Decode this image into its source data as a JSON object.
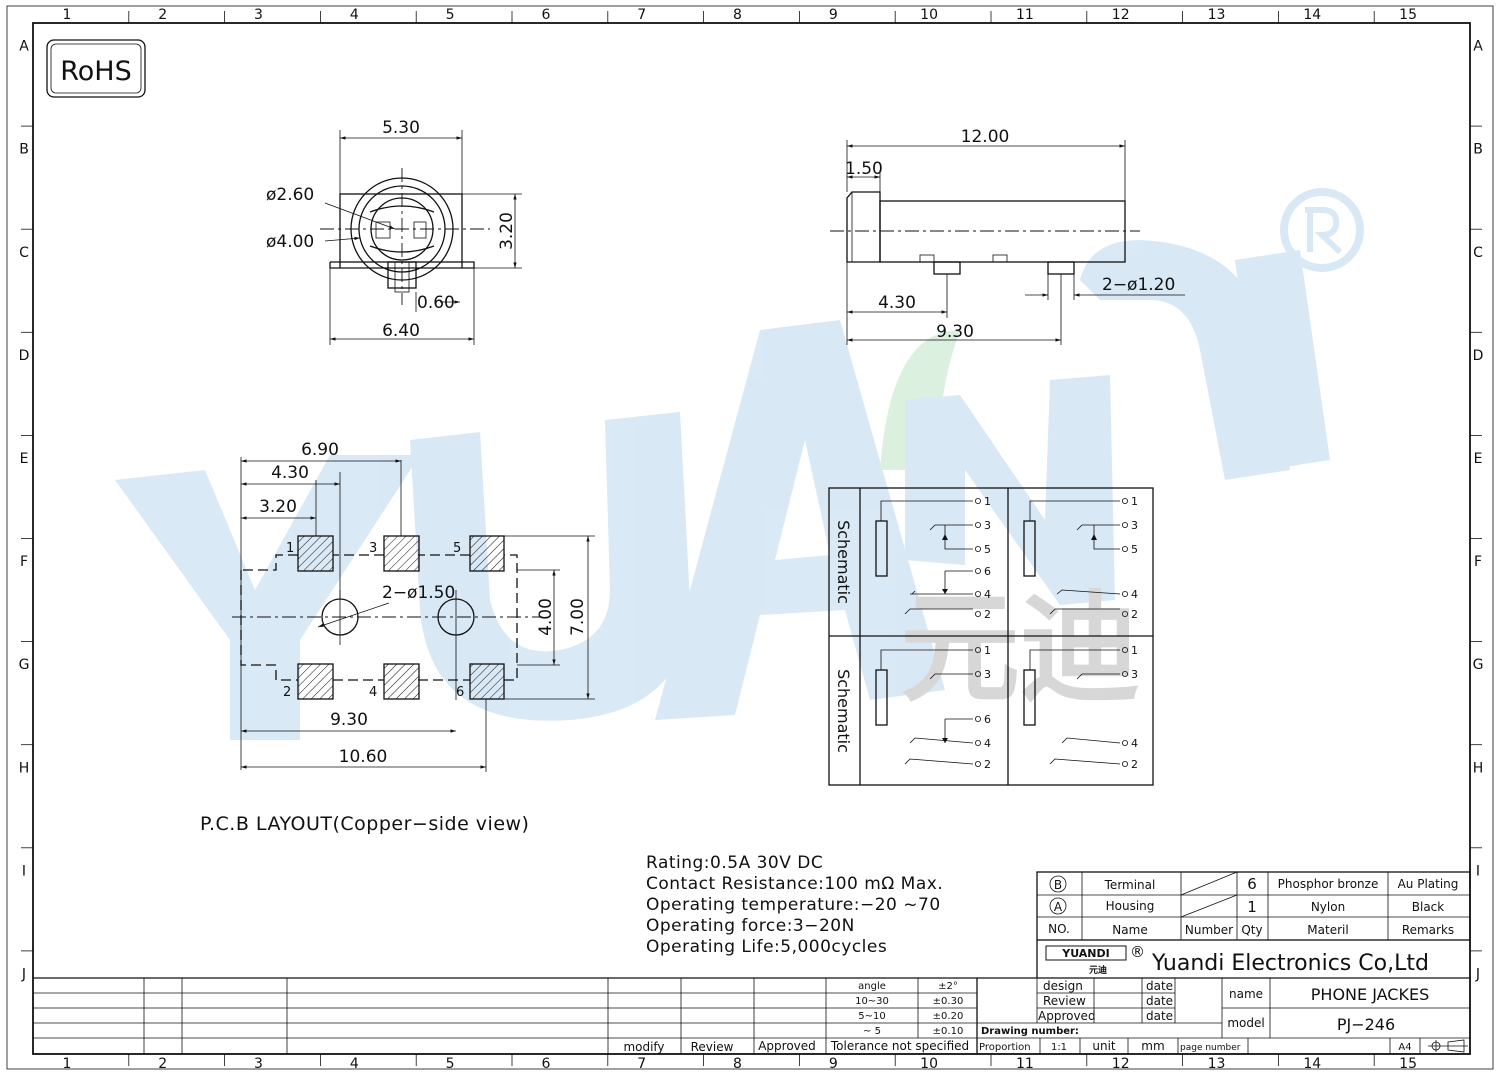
{
  "border": {
    "columns": [
      "1",
      "2",
      "3",
      "4",
      "5",
      "6",
      "7",
      "8",
      "9",
      "10",
      "11",
      "12",
      "13",
      "14",
      "15"
    ],
    "rows": [
      "A",
      "B",
      "C",
      "D",
      "E",
      "F",
      "G",
      "H",
      "I",
      "J"
    ]
  },
  "rohs_label": "RoHS",
  "watermark": {
    "brand": "YUANDI",
    "color": "#1b76c4",
    "accent": "#2aa748"
  },
  "front_view": {
    "width_top": "5.30",
    "dia_inner": "ø2.60",
    "dia_outer": "ø4.00",
    "height": "3.20",
    "pin_offset": "0.60",
    "width_bottom": "6.40"
  },
  "side_view": {
    "length": "12.00",
    "flange": "1.50",
    "peg_dia": "2−ø1.20",
    "peg1": "4.30",
    "peg2": "9.30"
  },
  "pcb_layout": {
    "dims": {
      "d690": "6.90",
      "d430": "4.30",
      "d320": "3.20",
      "holes": "2−ø1.50",
      "d400": "4.00",
      "d700": "7.00",
      "d930": "9.30",
      "d1060": "10.60"
    },
    "pads": [
      "1",
      "3",
      "5",
      "2",
      "4",
      "6"
    ],
    "caption": "P.C.B  LAYOUT(Copper−side  view)"
  },
  "schematic": {
    "label": "Schematic",
    "pins_a": [
      "1",
      "3",
      "5",
      "6",
      "4",
      "2"
    ],
    "pins_b": [
      "1",
      "3",
      "5",
      "4",
      "2"
    ],
    "pins_c": [
      "1",
      "3",
      "6",
      "4",
      "2"
    ],
    "pins_d": [
      "1",
      "3",
      "4",
      "2"
    ]
  },
  "specs": [
    "Rating:0.5A  30V  DC",
    "Contact  Resistance:100  mΩ  Max.",
    "Operating  temperature:−20   ~70",
    "Operating  force:3−20N",
    "Operating  Life:5,000cycles"
  ],
  "bom": {
    "rows": [
      {
        "no": "B",
        "name": "Terminal",
        "qty": "6",
        "material": "Phosphor bronze",
        "remarks": "Au Plating"
      },
      {
        "no": "A",
        "name": "Housing",
        "qty": "1",
        "material": "Nylon",
        "remarks": "Black"
      }
    ],
    "headers": {
      "no": "NO.",
      "name": "Name",
      "number": "Number",
      "qty": "Qty",
      "material": "Materil",
      "remarks": "Remarks"
    }
  },
  "title_block": {
    "logo_text": "YUANDI",
    "logo_sub": "元迪",
    "registered": "®",
    "company": "Yuandi Electronics Co,Ltd",
    "design": "design",
    "review": "Review",
    "approved": "Approved",
    "date": "date",
    "name_label": "name",
    "name_value": "PHONE  JACKES",
    "model_label": "model",
    "model_value": "PJ−246",
    "drawing_number": "Drawing number:",
    "proportion": "Proportion",
    "proportion_value": "1:1",
    "unit": "unit",
    "unit_value": "mm",
    "page_number": "page number",
    "sheet": "A4",
    "modify": "modify",
    "review2": "Review",
    "approved2": "Approved",
    "tolerance": "Tolerance  not  specified",
    "tol_rows": [
      {
        "range": "angle",
        "value": "±2°"
      },
      {
        "range": "10~30",
        "value": "±0.30"
      },
      {
        "range": "5~10",
        "value": "±0.20"
      },
      {
        "range": "~ 5",
        "value": "±0.10"
      }
    ]
  }
}
